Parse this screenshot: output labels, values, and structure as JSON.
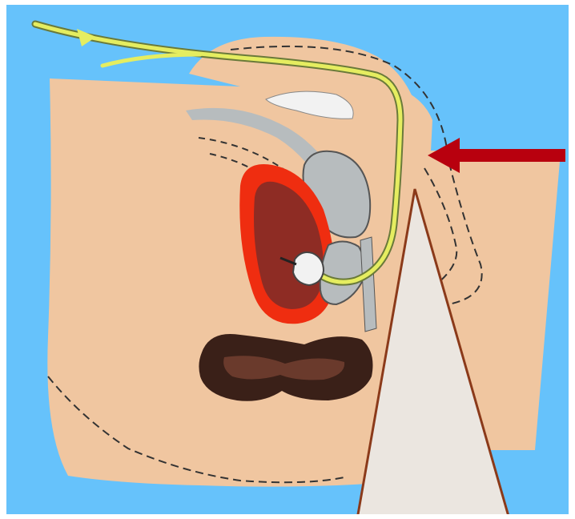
{
  "diagram": {
    "subject": "sagittal-section-with-catheter",
    "colors": {
      "frame": "#ffffff",
      "background": "#66c2fb",
      "skin": "#f0c6a0",
      "organ_outline": "#ef2d10",
      "organ_fill": "#8e2c24",
      "organ_gray": "#b7bcbe",
      "catheter": "#e5ed60",
      "catheter_outline": "#6a7a3a",
      "balloon": "#f2f2f2",
      "bowel": "#3a2018",
      "arrow": "#b8000e",
      "callout_fill": "#ebe6e0",
      "callout_stroke": "#8b3a1a",
      "dash_line": "#333333"
    },
    "arrow": {
      "icon": "left-arrow-icon",
      "direction": "left"
    },
    "callout": {
      "shape": "triangle-pointer"
    }
  }
}
